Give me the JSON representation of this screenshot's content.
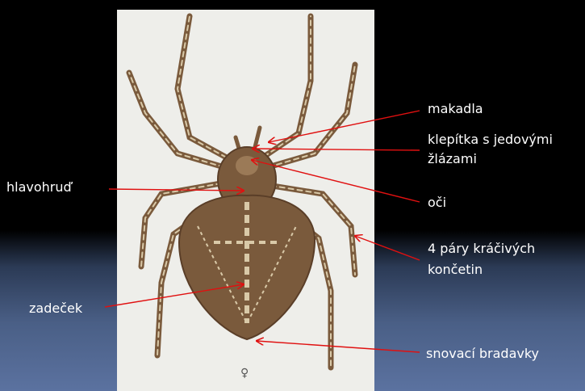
{
  "labels": {
    "makadla": "makadla",
    "klepitka_line1": "klepítka s jedovými",
    "klepitka_line2": "žlázami",
    "oci": "oči",
    "hlavohrud": "hlavohruď",
    "koncetiny_line1": "4 páry kráčivých",
    "koncetiny_line2": "končetin",
    "zadecek": "zadeček",
    "snovaci": "snovací bradavky",
    "female_symbol": "♀"
  },
  "colors": {
    "arrow": "#e01010",
    "label_text": "#ffffff",
    "panel": "#eeeeea",
    "spider_body": "#7a5a3c",
    "spider_dark": "#5a3e28",
    "spider_light": "#d9c9a8"
  },
  "icons": {
    "spider": "spider-illustration"
  }
}
